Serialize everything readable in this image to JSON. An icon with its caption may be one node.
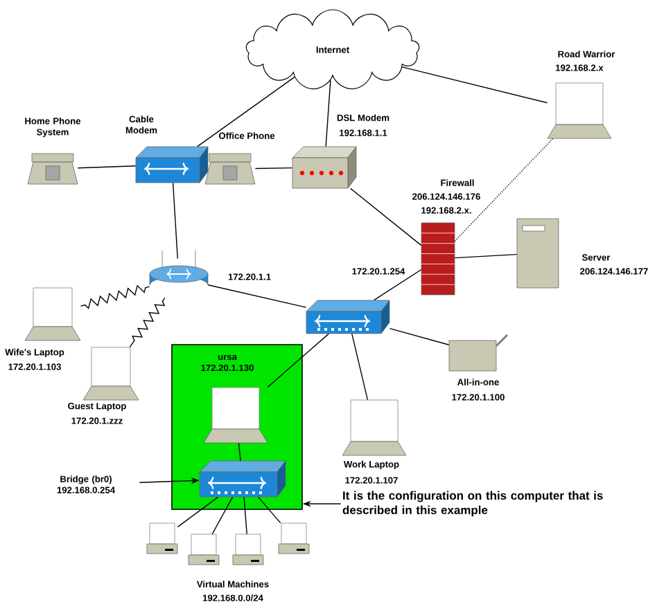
{
  "diagram": {
    "nodes": [
      {
        "text": [
          "Internet"
        ]
      },
      {
        "text": [],
        "shape": "phone",
        "beside": [
          "Home Phone System"
        ]
      },
      {
        "text": [],
        "shape": "modem",
        "beside": [
          "Cable Modem"
        ]
      },
      {
        "text": [],
        "shape": "phone",
        "beside": [
          "Office Phone"
        ]
      },
      {
        "text": [],
        "shape": "modem",
        "beside": [
          "DSL Modem",
          "192.168.1.1"
        ]
      },
      {
        "text": [],
        "shape": "laptop",
        "beside": [
          "Road Warrior",
          "192.168.2.x"
        ]
      },
      {
        "text": [],
        "shape": "firewall",
        "beside": [
          "Firewall",
          "206.124.146.176",
          "192.168.2.x.",
          "172.20.1.254"
        ]
      },
      {
        "text": [],
        "shape": "server",
        "beside": [
          "Server",
          "206.124.146.177"
        ]
      },
      {
        "text": [],
        "shape": "router",
        "beside": [
          "172.20.1.1"
        ]
      },
      {
        "text": [],
        "shape": "laptop",
        "beside": [
          "Wife's Laptop",
          "172.20.1.103"
        ]
      },
      {
        "text": [],
        "shape": "laptop",
        "beside": [
          "Guest Laptop",
          "172.20.1.zzz"
        ]
      },
      {
        "text": [],
        "shape": "switch"
      },
      {
        "text": [
          "ursa",
          "172.20.1.130"
        ]
      },
      {
        "text": [],
        "shape": "laptop",
        "in": 12
      },
      {
        "text": [],
        "shape": "switch",
        "in": 12
      },
      {
        "text": [
          "Bridge (br0)",
          "192.168.0.254"
        ]
      },
      {
        "text": [],
        "shape": "printer",
        "beside": [
          "All-in-one",
          "172.20.1.100"
        ]
      },
      {
        "text": [],
        "shape": "laptop",
        "beside": [
          "Work Laptop",
          "172.20.1.107"
        ]
      },
      {
        "text": [],
        "shape": "computer"
      },
      {
        "text": [],
        "shape": "computer"
      },
      {
        "text": [],
        "shape": "computer"
      },
      {
        "text": [],
        "shape": "computer"
      },
      {
        "text": [
          "It is the configuration on this computer that is described in this example"
        ]
      }
    ],
    "edges": [
      {
        "from": 0,
        "to": 2,
        "arrow": "none"
      },
      {
        "from": 0,
        "to": 4,
        "arrow": "none"
      },
      {
        "from": 0,
        "to": 5,
        "arrow": "none"
      },
      {
        "from": 1,
        "to": 2,
        "arrow": "none"
      },
      {
        "from": 3,
        "to": 4,
        "arrow": "none"
      },
      {
        "from": 4,
        "to": 6,
        "arrow": "none"
      },
      {
        "from": 5,
        "to": 6,
        "arrow": "none",
        "style": "dashed"
      },
      {
        "from": 6,
        "to": 7,
        "arrow": "none"
      },
      {
        "from": 6,
        "to": 11,
        "arrow": "none"
      },
      {
        "from": 2,
        "to": 8,
        "arrow": "none"
      },
      {
        "from": 8,
        "to": 9,
        "arrow": "none"
      },
      {
        "from": 8,
        "to": 10,
        "arrow": "none"
      },
      {
        "from": 8,
        "to": 11,
        "arrow": "none"
      },
      {
        "from": 11,
        "to": 13,
        "arrow": "none"
      },
      {
        "from": 11,
        "to": 16,
        "arrow": "none"
      },
      {
        "from": 11,
        "to": 17,
        "arrow": "none"
      },
      {
        "from": 13,
        "to": 14,
        "arrow": "none"
      },
      {
        "from": 14,
        "to": 18,
        "arrow": "none"
      },
      {
        "from": 14,
        "to": 19,
        "arrow": "none"
      },
      {
        "from": 14,
        "to": 20,
        "arrow": "none"
      },
      {
        "from": 14,
        "to": 21,
        "arrow": "none"
      },
      {
        "from": 15,
        "to": 14,
        "arrow": "to"
      },
      {
        "from": 22,
        "to": 12,
        "arrow": "to"
      }
    ],
    "labels": [
      "Virtual Machines",
      "192.168.0.0/24"
    ]
  }
}
